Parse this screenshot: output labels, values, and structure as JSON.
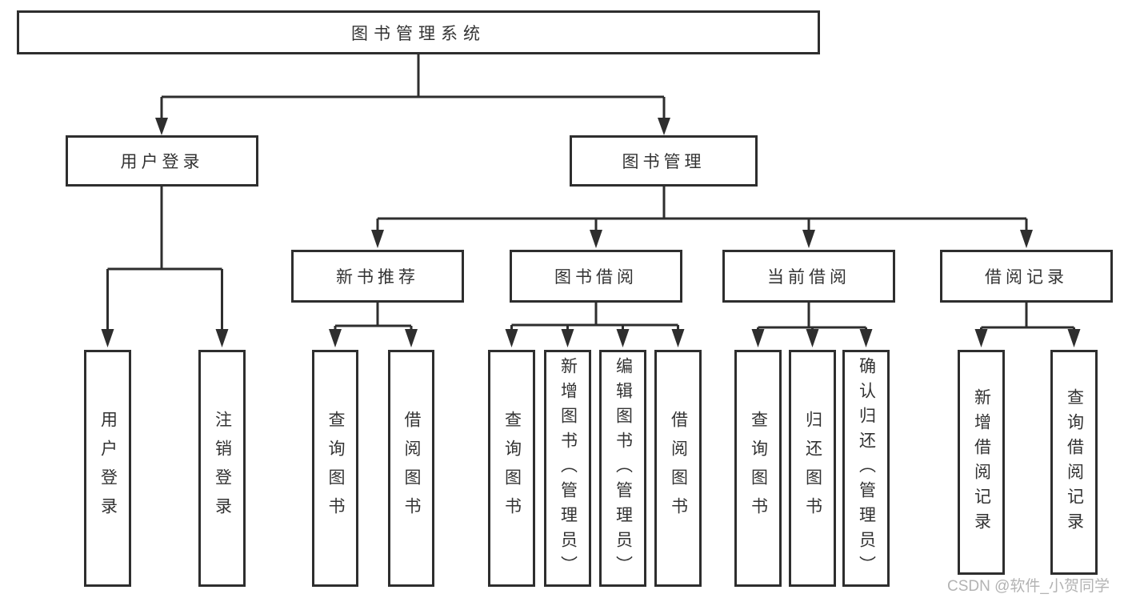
{
  "tree": {
    "root": "图书管理系统",
    "user": {
      "label": "用户登录",
      "children": [
        "用户登录",
        "注销登录"
      ]
    },
    "management": {
      "label": "图书管理",
      "sections": [
        {
          "label": "新书推荐",
          "children": [
            "查询图书",
            "借阅图书"
          ]
        },
        {
          "label": "图书借阅",
          "children": [
            "查询图书",
            "新增图书（管理员）",
            "编辑图书（管理员）",
            "借阅图书"
          ]
        },
        {
          "label": "当前借阅",
          "children": [
            "查询图书",
            "归还图书",
            "确认归还（管理员）"
          ]
        },
        {
          "label": "借阅记录",
          "children": [
            "新增借阅记录",
            "查询借阅记录"
          ]
        }
      ]
    }
  },
  "watermark": "CSDN @软件_小贺同学",
  "colors": {
    "line": "#2e2e2e",
    "text": "#333333",
    "watermark": "#b3b3b3",
    "background": "#ffffff"
  }
}
